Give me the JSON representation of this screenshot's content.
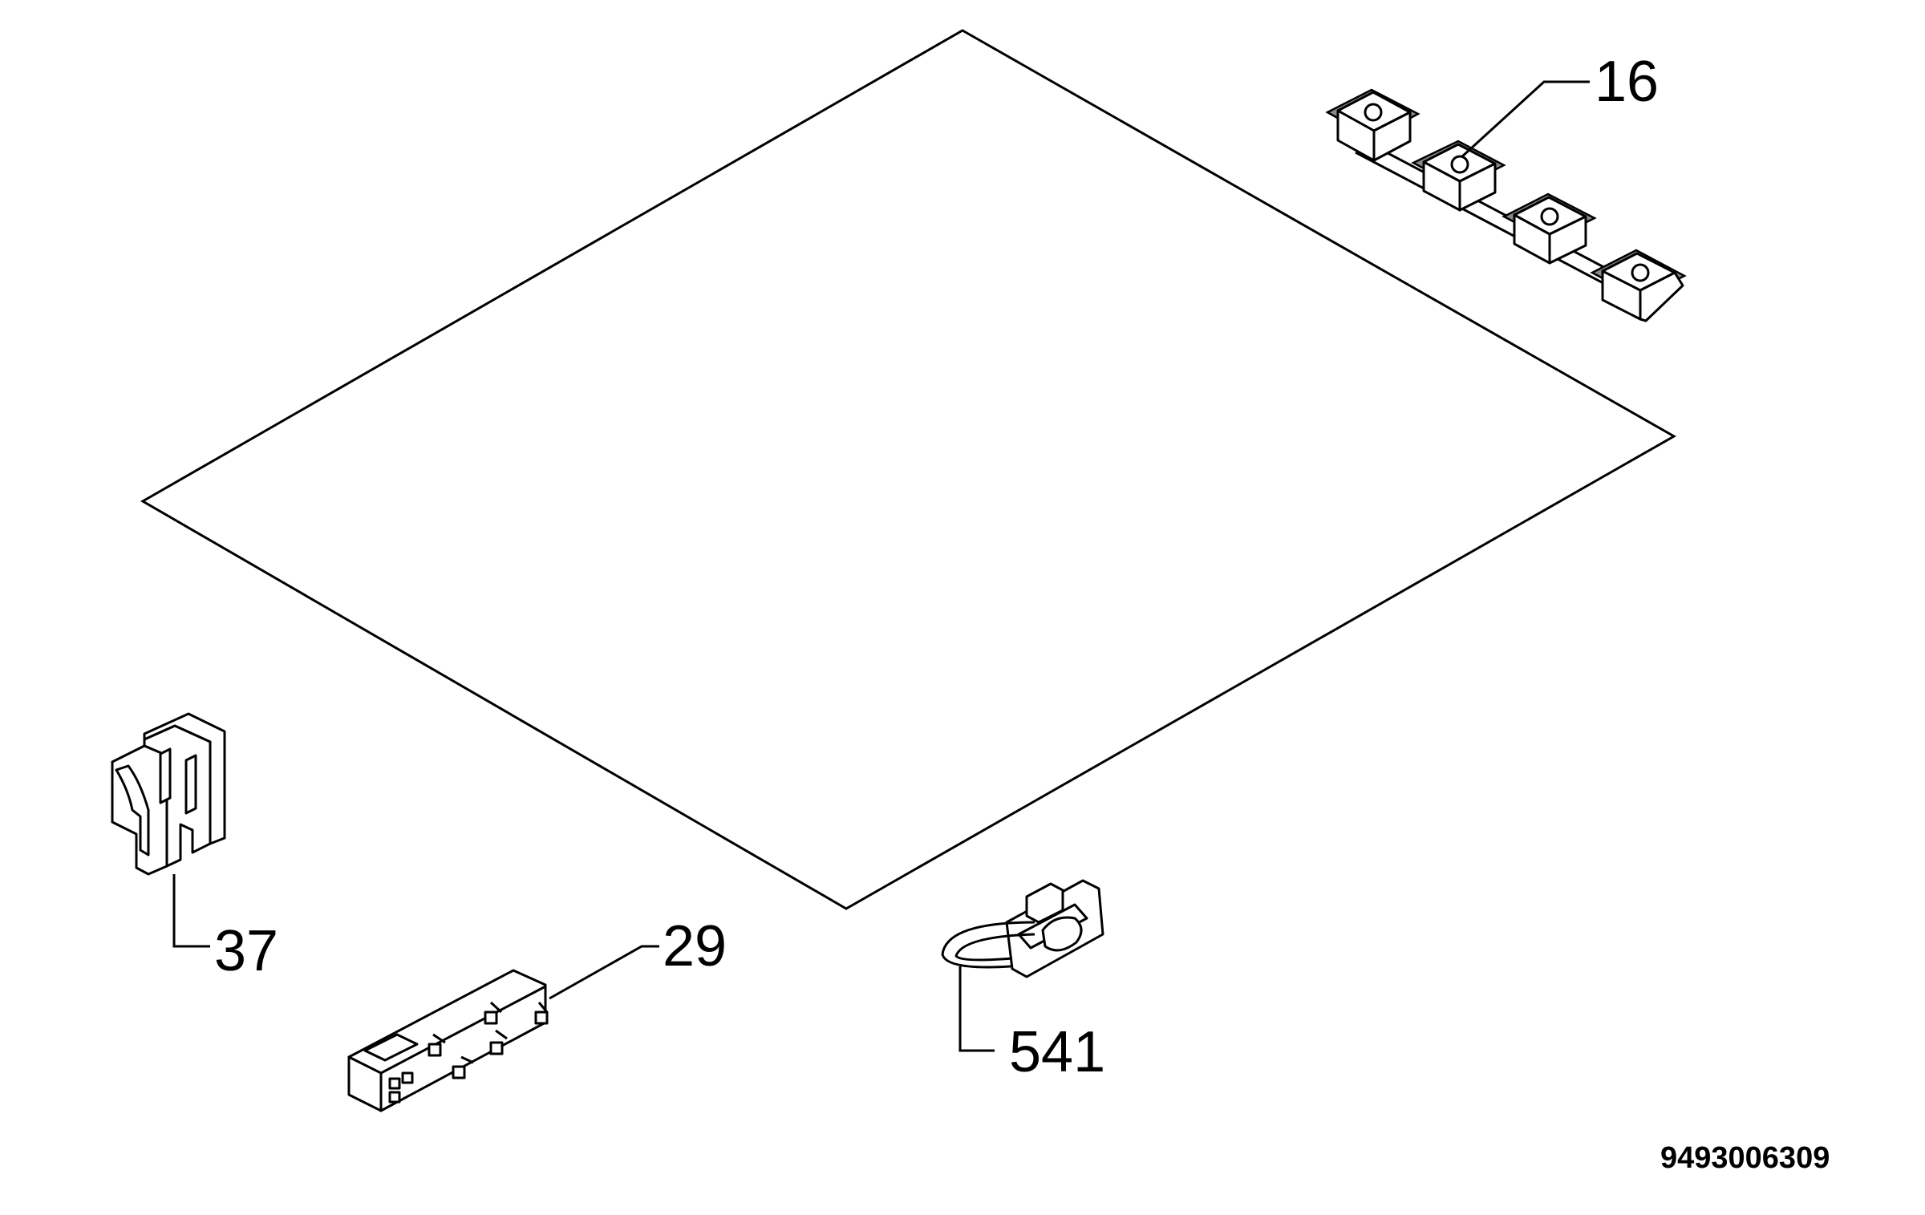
{
  "diagram": {
    "callouts": [
      {
        "id": "16",
        "text": "16"
      },
      {
        "id": "37",
        "text": "37"
      },
      {
        "id": "29",
        "text": "29"
      },
      {
        "id": "541",
        "text": "541"
      }
    ],
    "reference_number": "9493006309"
  }
}
